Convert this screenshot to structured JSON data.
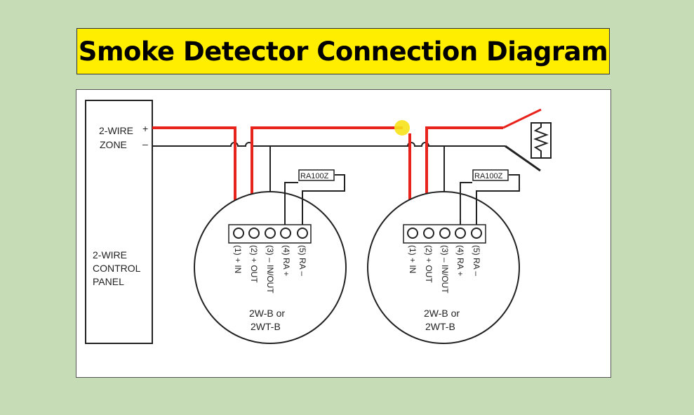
{
  "title": "Smoke Detector Connection Diagram",
  "panel": {
    "zone_label_line1": "2-WIRE",
    "zone_label_line2": "ZONE",
    "plus": "+",
    "minus": "–",
    "control_line1": "2-WIRE",
    "control_line2": "CONTROL",
    "control_line3": "PANEL"
  },
  "detectors": [
    {
      "relay": "RA100Z",
      "terminals": [
        "(1) + IN",
        "(2) + OUT",
        "(3) – IN/OUT",
        "(4) RA +",
        "(5) RA –"
      ],
      "model_line1": "2W-B or",
      "model_line2": "2WT-B"
    },
    {
      "relay": "RA100Z",
      "terminals": [
        "(1) + IN",
        "(2) + OUT",
        "(3) – IN/OUT",
        "(4) RA +",
        "(5) RA –"
      ],
      "model_line1": "2W-B or",
      "model_line2": "2WT-B"
    }
  ],
  "colors": {
    "positive_wire": "#e8231c",
    "negative_wire": "#222222",
    "title_bg": "#ffee00",
    "page_bg": "#c5dcb6",
    "highlight": "#f7e21a"
  }
}
